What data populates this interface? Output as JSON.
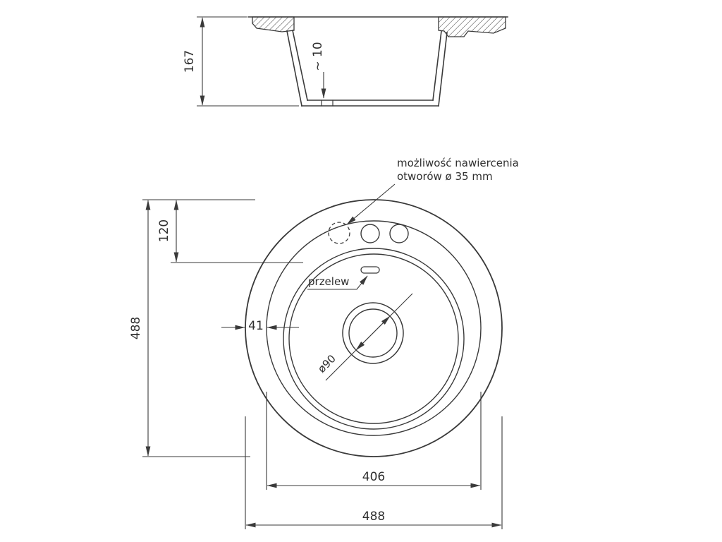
{
  "drawing": {
    "section": {
      "dim_height": "167",
      "dim_bottom_thickness": "~ 10"
    },
    "plan": {
      "note_line1": "możliwość nawiercenia",
      "note_line2": "otworów ø 35 mm",
      "overflow_label": "przelew",
      "dim_top_offset": "120",
      "dim_height_overall": "488",
      "dim_rim_width": "41",
      "dim_drain": "ø90",
      "dim_inner_width": "406",
      "dim_width_overall": "488"
    }
  },
  "colors": {
    "line": "#3a3a3a",
    "text": "#2f2f2f",
    "background": "#ffffff"
  }
}
